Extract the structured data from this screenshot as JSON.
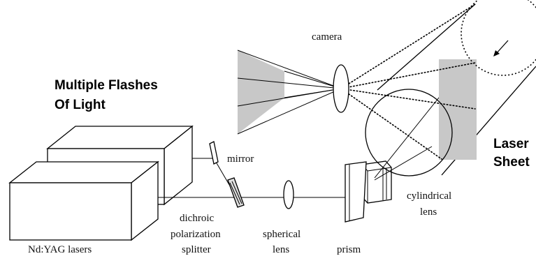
{
  "labels": {
    "camera": "camera",
    "heading_line1": "Multiple Flashes",
    "heading_line2": "Of Light",
    "mirror": "mirror",
    "laser_sheet_line1": "Laser",
    "laser_sheet_line2": "Sheet",
    "cylindrical_line1": "cylindrical",
    "cylindrical_line2": "lens",
    "dichroic_line1": "dichroic",
    "dichroic_line2": "polarization",
    "dichroic_line3": "splitter",
    "spherical_line1": "spherical",
    "spherical_line2": "lens",
    "nd_yag": "Nd:YAG  lasers",
    "prism": "prism"
  },
  "colors": {
    "sheet_gray": "#c8c8c8",
    "ink": "#000000"
  },
  "icons": {
    "flow_arrow": "arrow-down-left-icon"
  }
}
